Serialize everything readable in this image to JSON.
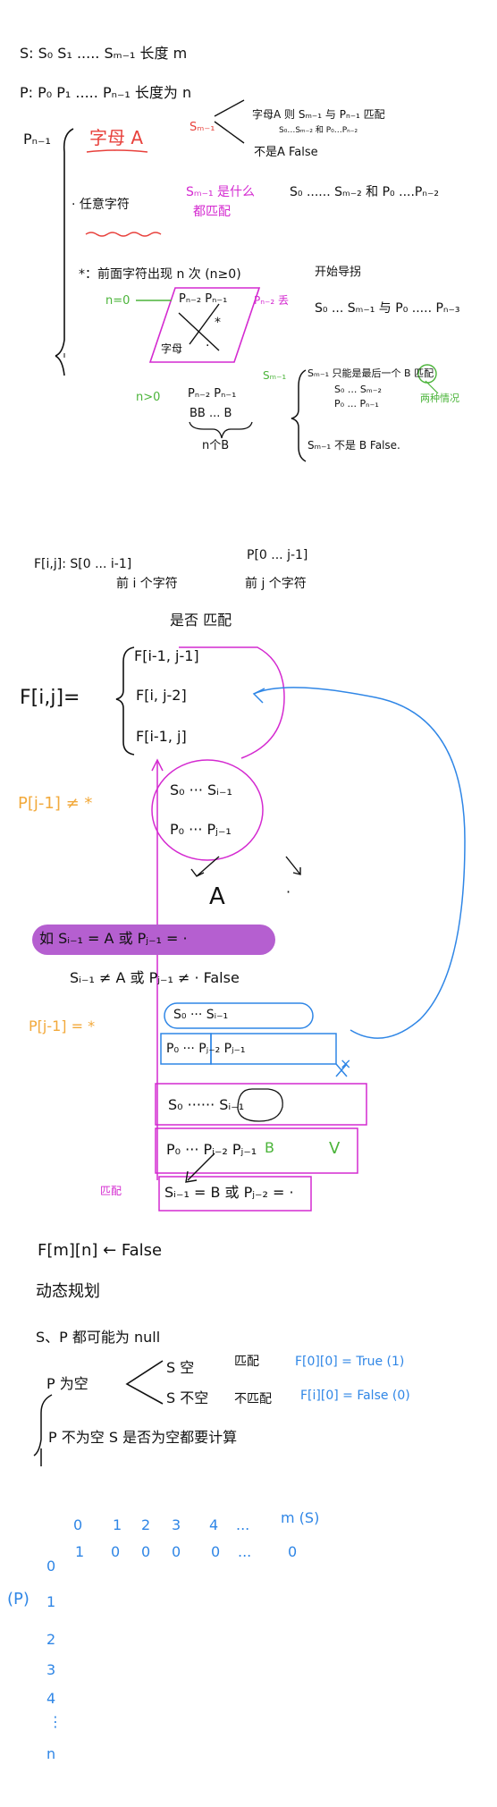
{
  "colors": {
    "ink": "#111111",
    "red": "#e8413c",
    "magenta": "#d42ad0",
    "green": "#4bb43a",
    "orange": "#f2a93b",
    "blue": "#2f86e6",
    "highlight": "#b55fd0"
  },
  "top": {
    "s_def": "S:  S₀ S₁ ..... Sₘ₋₁  长度 m",
    "p_def": "P:  P₀ P₁ ..... Pₙ₋₁  长度为 n",
    "pn1": "Pₙ₋₁",
    "letter_a": "字母 A",
    "sm1": "Sₘ₋₁",
    "case_a_match": "字母A 则 Sₘ₋₁ 与 Pₙ₋₁ 匹配",
    "case_a_rest": "S₀…Sₘ₋₂ 和 P₀…Pₙ₋₂",
    "case_not_a": "不是A  False",
    "dot_any": "· 任意字符",
    "sm1_what": "Sₘ₋₁ 是什么",
    "all_match": "都匹配",
    "dot_rest": "S₀ ...... Sₘ₋₂  和 P₀ ....Pₙ₋₂",
    "star_line": "*：前面字符出现 n 次 (n≥0)",
    "start_guess": "开始导拐",
    "n0": "n=0",
    "pn2_pn1": "Pₙ₋₂ Pₙ₋₁",
    "star_mark": "*",
    "letter_small": "字母",
    "dot_small": "·",
    "pn3_discard": "Pₙ₋₂ 丢",
    "n0_rest": "S₀ ... Sₘ₋₁ 与 P₀ ..... Pₙ₋₃",
    "ngt0": "n>0",
    "bb_b": "Pₙ₋₂ Pₙ₋₁",
    "bbb": "BB ... B",
    "nb": "n个B",
    "sm1_green": "Sₘ₋₁",
    "last_b": "Sₘ₋₁ 只能是最后一个 B 匹配",
    "two_cases": "两种情况",
    "sm2": "S₀ ... Sₘ₋₂",
    "pn1b": "P₀ ... Pₙ₋₁",
    "not_b": "Sₘ₋₁ 不是 B     False."
  },
  "dp": {
    "fij_def": "F[i,j]:  S[0 ... i-1]",
    "first_i": "前 i 个字符",
    "p_def": "P[0 ... j-1]",
    "first_j": "前 j 个字符",
    "is_match": "是否 匹配",
    "fij": "F[i,j]=",
    "case1": "F[i-1, j-1]",
    "case2": "F[i, j-2]",
    "case3": "F[i-1, j]",
    "p_not_star": "P[j-1] ≠ *",
    "s0_si1": "S₀ ··· Sᵢ₋₁",
    "p0_pj1": "P₀ ··· Pⱼ₋₁",
    "a_letter": "A",
    "dot": "·",
    "highlight_cond": "如 Sᵢ₋₁ = A 或 Pⱼ₋₁ = ·",
    "false_cond": "Sᵢ₋₁ ≠ A 或 Pⱼ₋₁ ≠ ·  False",
    "p_star": "P[j-1] = *",
    "s0_si1b": "S₀ ··· Sᵢ₋₁",
    "p0_pj2": "P₀ ··· Pⱼ₋₂  Pⱼ₋₁",
    "x_mark": "×",
    "s0_si1c": "S₀ ······ Sᵢ₋₁",
    "p0_b": "P₀ ··· Pⱼ₋₂  Pⱼ₋₁",
    "b_green": "B",
    "v_mark": "V",
    "match_label": "匹配",
    "match_cond": "Sᵢ₋₁ = B 或 Pⱼ₋₂ = ·"
  },
  "init": {
    "fmn": "F[m][n] ← False",
    "dp": "动态规划",
    "sp_null": "S、P 都可能为 null",
    "p_empty": "P 为空",
    "s_empty": "S 空",
    "match": "匹配",
    "s_not_empty": "S 不空",
    "no_match": "不匹配",
    "f00": "F[0][0] = True (1)",
    "fi0": "F[i][0] = False (0)",
    "p_not_empty": "P 不为空  S 是否为空都要计算"
  },
  "table": {
    "col_header": [
      "0",
      "1",
      "2",
      "3",
      "4",
      "...",
      "m (S)"
    ],
    "row0": [
      "1",
      "0",
      "0",
      "0",
      "0",
      "...",
      "0"
    ],
    "row_labels": [
      "0",
      "1",
      "2",
      "3",
      "4",
      "⋮",
      "n"
    ],
    "p_label": "(P)"
  }
}
